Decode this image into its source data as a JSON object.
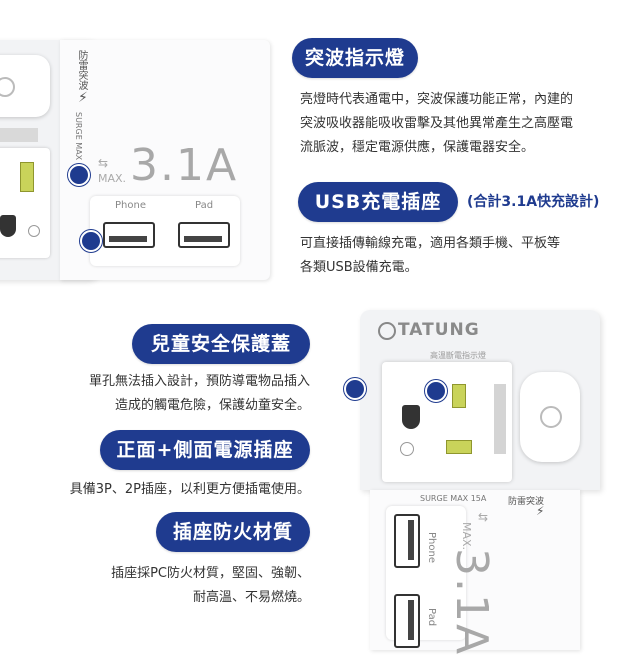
{
  "top": {
    "section1": {
      "title": "突波指示燈",
      "lines": [
        "亮燈時代表通電中，突波保護功能正常，內建的",
        "突波吸收器能吸收雷擊及其他異常產生之高壓電",
        "流脈波，穩定電源供應，保護電器安全。"
      ]
    },
    "section2": {
      "title": "USB充電插座",
      "note": "(合計3.1A快充設計)",
      "lines": [
        "可直接插傳輸線充電，適用各類手機、平板等",
        "各類USB設備充電。"
      ]
    },
    "product": {
      "rating": "3.1A",
      "max": "MAX.",
      "port1": "Phone",
      "port2": "Pad",
      "side_text": "SURGE MAX",
      "side_text2": "防雷突波"
    }
  },
  "bottom": {
    "section3": {
      "title": "兒童安全保護蓋",
      "lines": [
        "單孔無法插入設計，預防導電物品插入",
        "造成的觸電危險，保護幼童安全。"
      ]
    },
    "section4": {
      "title": "正面+側面電源插座",
      "lines": [
        "具備3P、2P插座，以利更方便插電使用。"
      ]
    },
    "section5": {
      "title": "插座防火材質",
      "lines": [
        "插座採PC防火材質，堅固、強韌、",
        "耐高溫、不易燃燒。"
      ]
    },
    "product": {
      "brand": "TATUNG",
      "indicator": "高溫斷電指示燈",
      "rating": "3.1A",
      "max": "MAX.",
      "port1": "Phone",
      "port2": "Pad",
      "side_text": "SURGE MAX 15A",
      "side_text2": "防雷突波"
    }
  },
  "colors": {
    "accent": "#1f3b8f",
    "text": "#333333",
    "led": "#c9d35a"
  }
}
